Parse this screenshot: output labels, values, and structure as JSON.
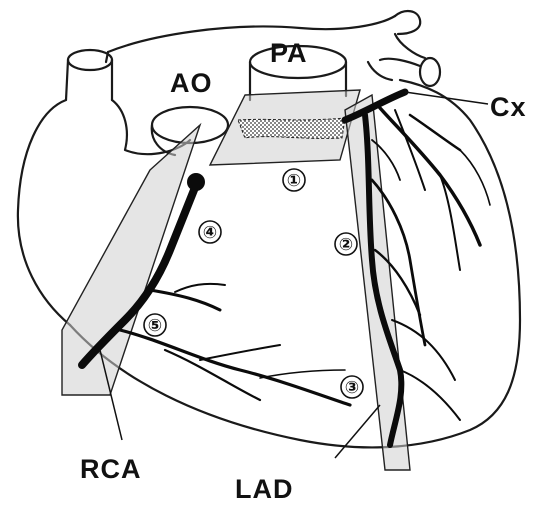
{
  "labels": {
    "pa": "PA",
    "ao": "AO",
    "cx": "Cx",
    "rca": "RCA",
    "lad": "LAD"
  },
  "section_markers": [
    "①",
    "②",
    "③",
    "④",
    "⑤"
  ]
}
